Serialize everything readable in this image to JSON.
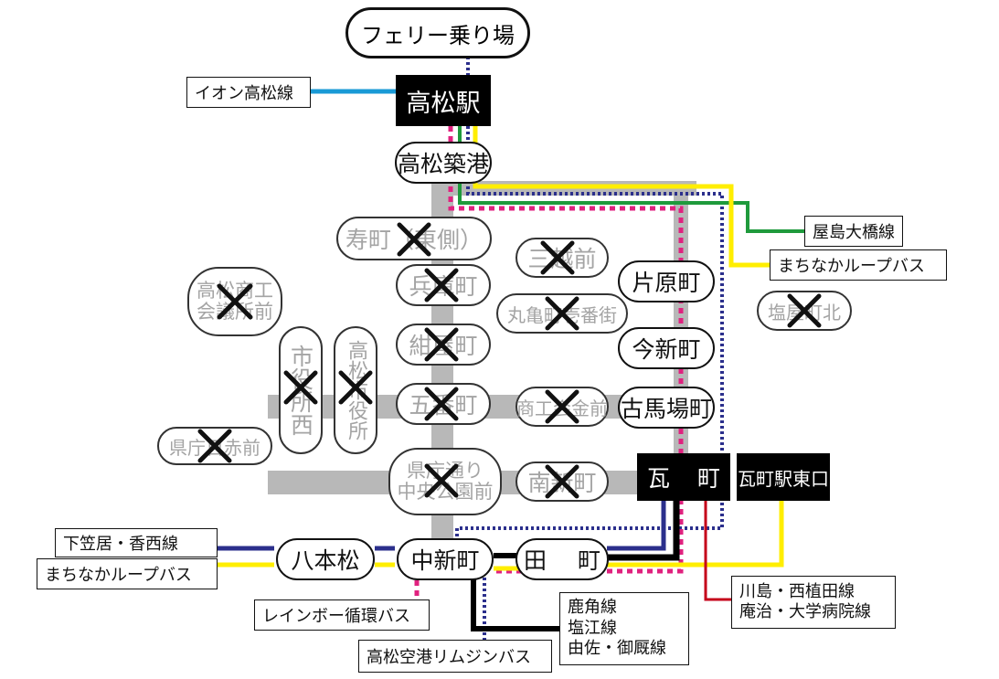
{
  "colors": {
    "road_gray": "#b8b8b8",
    "aeon_line": "#1a9ad6",
    "yashima_line": "#1f9a3c",
    "loop_bus": "#ffee00",
    "rainbow_bus": "#e0227f",
    "airport_bus": "#2b2f8c",
    "shimokasai_line": "#2b2f8c",
    "kotoden_black": "#000000",
    "kawashima_line": "#c5001a"
  },
  "terminal": {
    "ferry": "フェリー乗り場",
    "takamatsu_station": "高松駅"
  },
  "stations": {
    "takamatsu_chikko": "高松築港",
    "katahara_machi": "片原町",
    "imashin_machi": "今新町",
    "kobaba_machi": "古馬場町",
    "kawara_machi_left": "瓦",
    "kawara_machi_right": "町",
    "kawaramachi_east": "瓦町駅東口",
    "nakashin_machi": "中新町",
    "den_left": "田",
    "den_right": "町",
    "yahonmatsu": "八本松"
  },
  "closed_stops": {
    "kotobuki": "寿町（東側）",
    "hyogo": "兵庫町",
    "konya": "紺屋町",
    "gofuku": "五番町",
    "kencho_dori_1": "県庁通り",
    "kencho_dori_2": "中央公園前",
    "mitsukoshi": "三越前",
    "marugame": "丸亀町壱番街",
    "shoko_kin": "商工会金前",
    "minami_shinmachi": "南新町",
    "chamber_1": "高松商工",
    "chamber_2": "会議所前",
    "city_office_west": "市役所西",
    "takamatsu_city_office": "高松市役所",
    "kencho_higashi": "県庁日赤前",
    "shiomi_kita": "塩屋町北"
  },
  "line_labels": {
    "aeon": "イオン高松線",
    "yashima": "屋島大橋線",
    "loop_right": "まちなかループバス",
    "shimokasai": "下笠居・香西線",
    "loop_left": "まちなかループバス",
    "rainbow": "レインボー循環バス",
    "airport": "高松空港リムジンバス",
    "south_lines": [
      "鹿角線",
      "塩江線",
      "由佐・御厩線"
    ],
    "kawashima": [
      "川島・西植田線",
      "庵治・大学病院線"
    ]
  }
}
